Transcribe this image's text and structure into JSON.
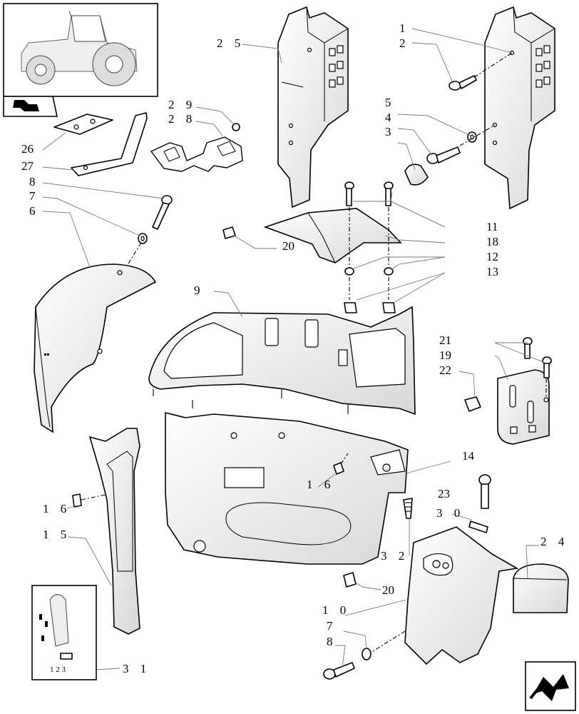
{
  "diagram": {
    "callouts": [
      {
        "id": "c1",
        "text": "1"
      },
      {
        "id": "c2",
        "text": "2"
      },
      {
        "id": "c3",
        "text": "3"
      },
      {
        "id": "c4",
        "text": "4"
      },
      {
        "id": "c5",
        "text": "5"
      },
      {
        "id": "c6",
        "text": "6"
      },
      {
        "id": "c7a",
        "text": "7"
      },
      {
        "id": "c7b",
        "text": "7"
      },
      {
        "id": "c8a",
        "text": "8"
      },
      {
        "id": "c8b",
        "text": "8"
      },
      {
        "id": "c9",
        "text": "9"
      },
      {
        "id": "c10",
        "text": "1 0"
      },
      {
        "id": "c11",
        "text": "11"
      },
      {
        "id": "c12",
        "text": "12"
      },
      {
        "id": "c13",
        "text": "13"
      },
      {
        "id": "c14",
        "text": "14"
      },
      {
        "id": "c15",
        "text": "1 5"
      },
      {
        "id": "c16a",
        "text": "1 6"
      },
      {
        "id": "c16b",
        "text": "1 6"
      },
      {
        "id": "c18",
        "text": "18"
      },
      {
        "id": "c19",
        "text": "19"
      },
      {
        "id": "c20a",
        "text": "20"
      },
      {
        "id": "c20b",
        "text": "20"
      },
      {
        "id": "c21",
        "text": "21"
      },
      {
        "id": "c22",
        "text": "22"
      },
      {
        "id": "c23",
        "text": "23"
      },
      {
        "id": "c24",
        "text": "2 4"
      },
      {
        "id": "c25",
        "text": "2 5"
      },
      {
        "id": "c26",
        "text": "26"
      },
      {
        "id": "c27",
        "text": "27"
      },
      {
        "id": "c28",
        "text": "2 8"
      },
      {
        "id": "c29",
        "text": "2 9"
      },
      {
        "id": "c30",
        "text": "3 0"
      },
      {
        "id": "c31",
        "text": "3 1"
      },
      {
        "id": "c32",
        "text": "3 2"
      }
    ],
    "inset_detail": {
      "text": "1 2 3"
    },
    "icons": [
      "tractor-thumbnail-icon",
      "book-icon",
      "navigation-arrow-icon"
    ]
  }
}
